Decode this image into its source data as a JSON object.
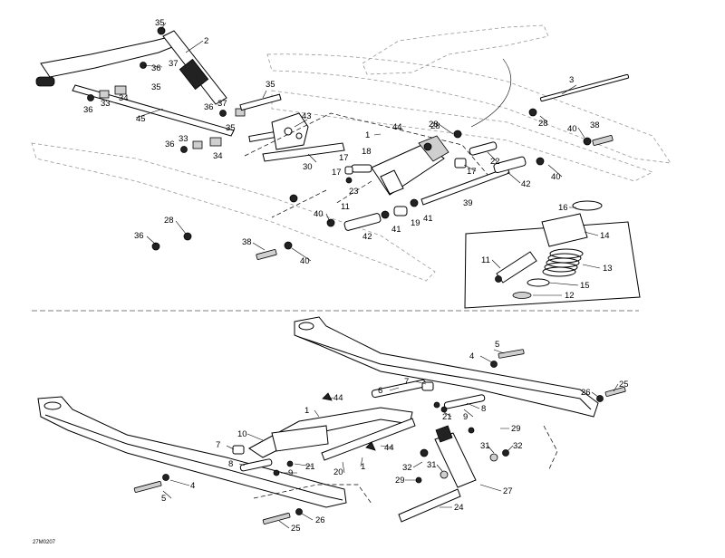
{
  "figure_ref": "27M0207",
  "callouts": {
    "top": [
      "35",
      "2",
      "36",
      "37",
      "35",
      "34",
      "36",
      "33",
      "45",
      "36",
      "37",
      "35",
      "36",
      "33",
      "34",
      "35",
      "43",
      "30",
      "1",
      "44",
      "28",
      "18",
      "17",
      "17",
      "23",
      "11",
      "42",
      "41",
      "19",
      "41",
      "39",
      "42",
      "40",
      "22",
      "17",
      "28",
      "38",
      "40",
      "3",
      "28",
      "40",
      "40",
      "36",
      "28",
      "38"
    ],
    "inset": [
      "16",
      "14",
      "11",
      "13",
      "15",
      "12"
    ],
    "bottom": [
      "5",
      "4",
      "8",
      "25",
      "26",
      "44",
      "6",
      "1",
      "7",
      "21",
      "9",
      "7",
      "10",
      "29",
      "31",
      "32",
      "8",
      "9",
      "21",
      "20",
      "1",
      "44",
      "32",
      "31",
      "29",
      "27",
      "24",
      "5",
      "4",
      "26",
      "25"
    ]
  }
}
